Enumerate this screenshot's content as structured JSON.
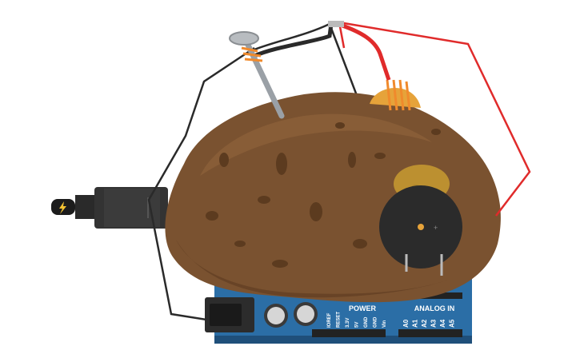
{
  "colors": {
    "background": "#ffffff",
    "potato_skin": "#7a5230",
    "potato_dark": "#5c3b1f",
    "board_blue": "#2b6ea6",
    "board_dark": "#1f4f7a",
    "wire_red": "#e02b2b",
    "wire_black": "#2a2a2a",
    "copper": "#f08a2c",
    "penny": "#e6a33a",
    "buzzer_body": "#2b2b2b",
    "buzzer_highlight": "#f3c232"
  },
  "icons": {
    "usb_plug": "usb-plug-icon",
    "power_jack": "barrel-jack-icon"
  },
  "board": {
    "power_label": "POWER",
    "analog_label": "ANALOG IN",
    "power_pins": [
      "IOREF",
      "RESET",
      "3.3V",
      "5V",
      "GND",
      "GND",
      "Vin"
    ],
    "analog_pins": [
      "A0",
      "A1",
      "A2",
      "A3",
      "A4",
      "A5"
    ]
  }
}
